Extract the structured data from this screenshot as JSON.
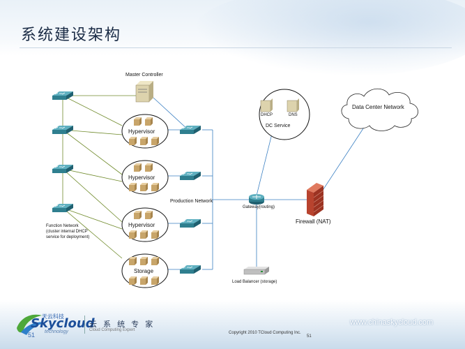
{
  "title": "系统建设架构",
  "labels": {
    "master_controller": "Master Controller",
    "hypervisor": "Hypervisor",
    "storage": "Storage",
    "production_network": "Production Network",
    "gateway": "Gateway(routing)",
    "dhcp": "DHCP",
    "dns": "DNS",
    "dc_service": "DC Service",
    "data_center_network": "Data Center Network",
    "firewall": "Firewall (NAT)",
    "load_balancer": "Load Balancer (storage)",
    "function_network": "Function Network\n(cluster internal DHCP\nservice for deployment)"
  },
  "footer": {
    "logo_cn": "天云科技",
    "logo_main": "Skycloud",
    "logo_sub": "technology",
    "slogan_cn": "云 系 统 专 家",
    "slogan_en": "Cloud Computing Expert",
    "page_left": "51",
    "copyright": "Copyright  2010 TCloud Computing Inc.",
    "page_right": "51",
    "website": "www.chinaskycloud.com"
  },
  "colors": {
    "network_line": "#3a7fc2",
    "function_line": "#6f8a2a",
    "switch": "#2f7f8f",
    "box": "#c8a56a",
    "firewall": "#b8432e"
  }
}
